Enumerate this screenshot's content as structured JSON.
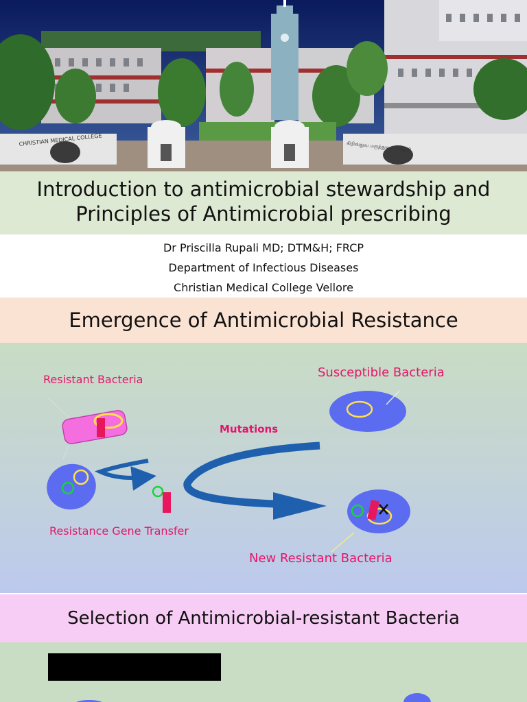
{
  "slide1": {
    "photo": {
      "gate_left_sign": "CHRISTIAN MEDICAL COLLEGE",
      "gate_right_sign": "கிறிஸ்துவ மருத்துவக் கல்லூரி"
    },
    "title_line1": "Introduction to antimicrobial stewardship and",
    "title_line2": "Principles of Antimicrobial prescribing",
    "author": "Dr Priscilla Rupali MD; DTM&H; FRCP",
    "department": "Department of Infectious Diseases",
    "institution": "Christian Medical College Vellore"
  },
  "slide2": {
    "title": "Emergence of Antimicrobial Resistance",
    "labels": {
      "resistant": "Resistant Bacteria",
      "susceptible": "Susceptible Bacteria",
      "mutations": "Mutations",
      "gene_transfer": "Resistance Gene Transfer",
      "new_resistant": "New Resistant Bacteria"
    },
    "colors": {
      "label": "#e6156a",
      "cell": "#5c6cf0",
      "gene": "#e8175d",
      "plasmid_yellow": "#ffe14a",
      "plasmid_green": "#19d33a",
      "arrow": "#1e5fae"
    }
  },
  "slide3": {
    "title": "Selection of Antimicrobial-resistant Bacteria"
  }
}
